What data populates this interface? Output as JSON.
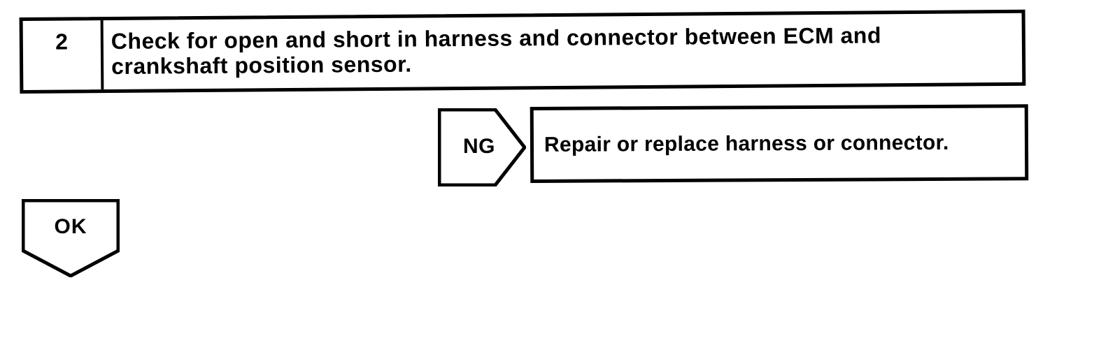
{
  "step": {
    "number": "2",
    "instruction_lines": [
      "Check for open and short in harness and connector between ECM and",
      "crankshaft position sensor."
    ]
  },
  "ng_branch": {
    "label": "NG",
    "action": "Repair or replace harness or connector."
  },
  "ok_branch": {
    "label": "OK"
  },
  "colors": {
    "line": "#000000",
    "background": "#ffffff"
  }
}
